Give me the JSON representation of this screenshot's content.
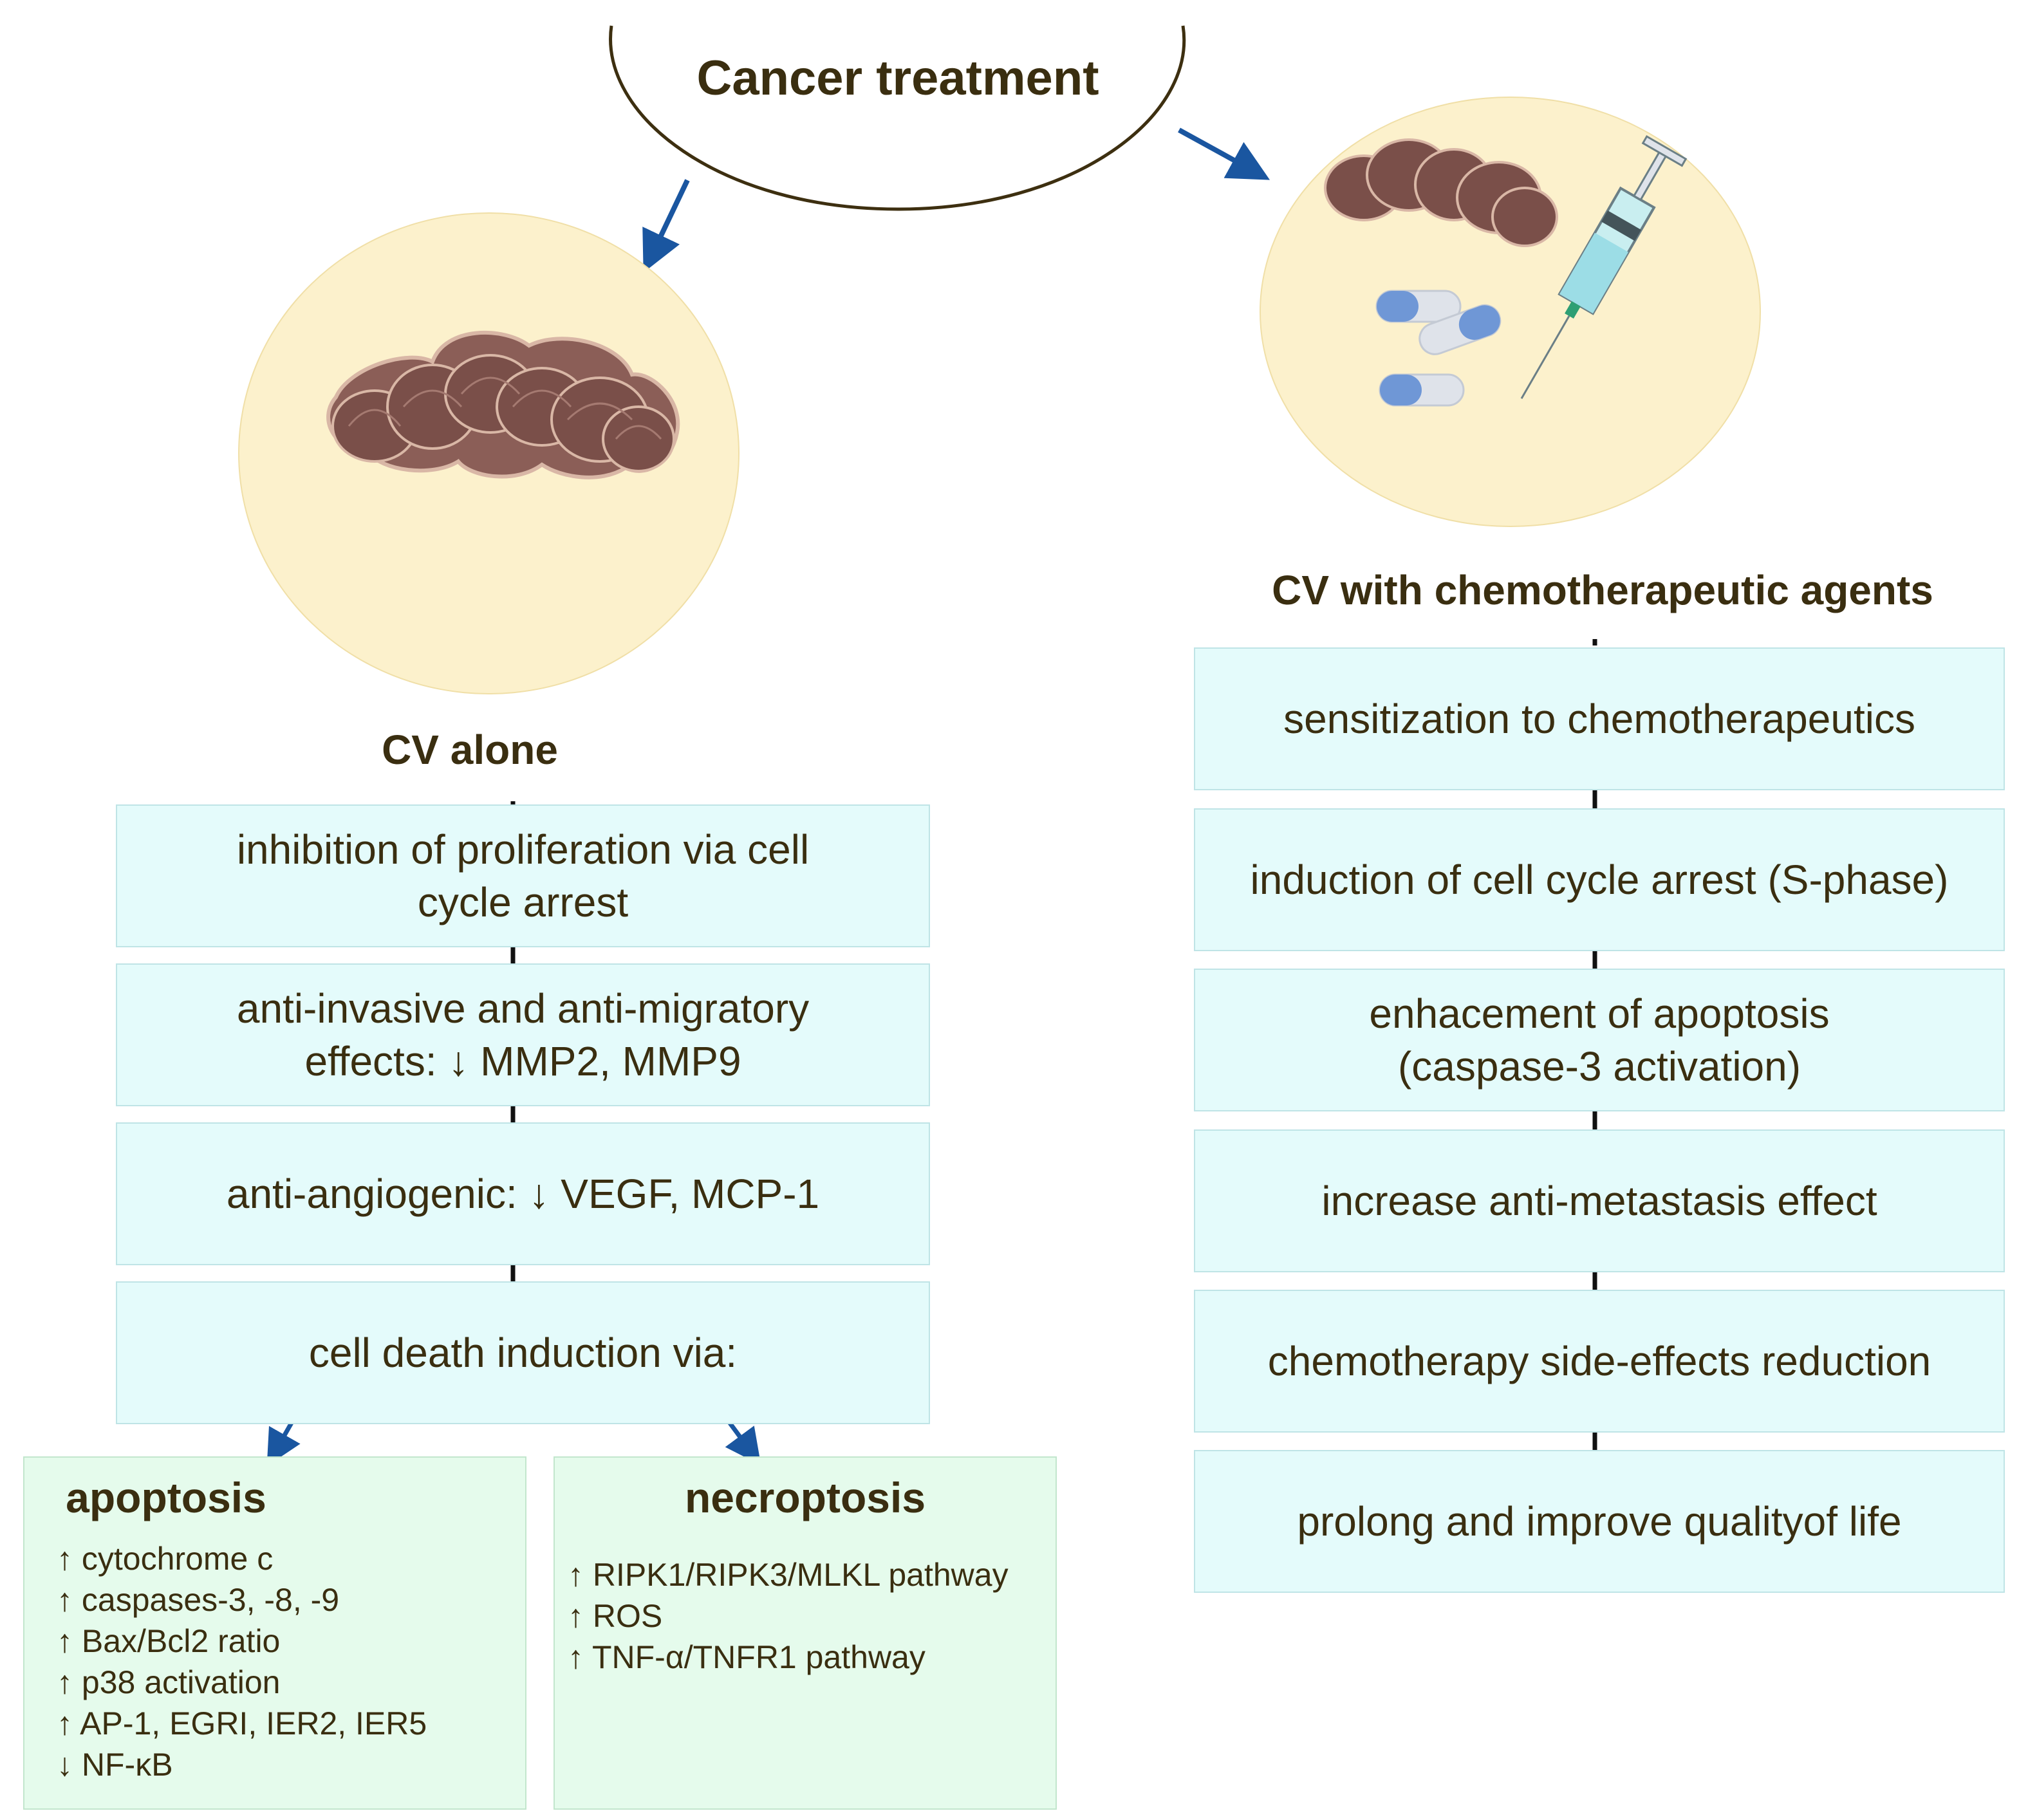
{
  "top": {
    "title": "Cancer treatment"
  },
  "left": {
    "heading": "CV alone",
    "steps": [
      "inhibition of proliferation via cell\ncycle arrest",
      "anti-invasive and anti-migratory\n effects: ↓ MMP2, MMP9",
      "anti-angiogenic: ↓ VEGF, MCP-1",
      "cell death induction via:"
    ],
    "apoptosis": {
      "title": "apoptosis",
      "items": [
        "↑ cytochrome c",
        "↑ caspases-3, -8, -9",
        "↑ Bax/Bcl2 ratio",
        "↑ p38 activation",
        "↑ AP-1, EGRI, IER2, IER5",
        "↓ NF-κB"
      ]
    },
    "necroptosis": {
      "title": "necroptosis",
      "items": [
        "↑ RIPK1/RIPK3/MLKL pathway",
        "↑ ROS",
        "↑ TNF-α/TNFR1 pathway"
      ]
    }
  },
  "right": {
    "heading": "CV with chemotherapeutic agents",
    "steps": [
      "sensitization to chemotherapeutics",
      "induction of cell cycle arrest (S-phase)",
      "enhacement of apoptosis\n(caspase-3 activation)",
      "increase anti-metastasis effect",
      "chemotherapy side-effects reduction",
      "prolong and improve qualityof life"
    ]
  },
  "colors": {
    "arrow": "#1a56a0",
    "text": "#3a2e10",
    "step_box": "#e4fbfb",
    "result_box": "#e5fbec",
    "circle": "#fcf1cc",
    "mushroom": "#8b5e57",
    "capsule_blue": "#6f97d6",
    "capsule_white": "#dfe3ea"
  },
  "icons": [
    "mushroom-icon",
    "capsule-icon",
    "syringe-icon",
    "arrow-icon"
  ]
}
